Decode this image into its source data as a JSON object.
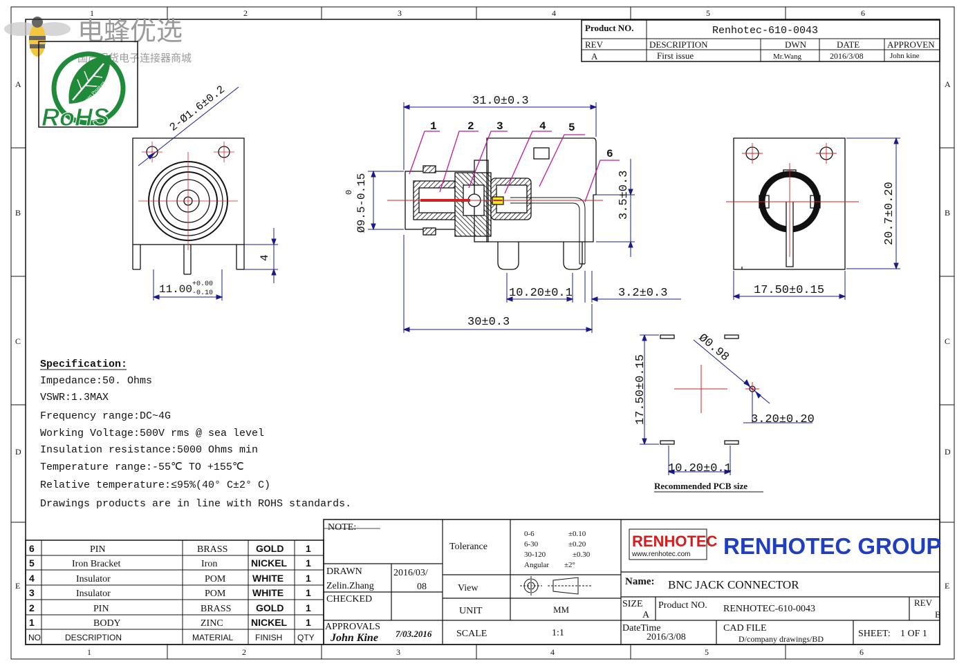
{
  "watermark": {
    "brand": "电蜂优选",
    "subtitle": "国产现货电子连接器商城",
    "rohs": "RoHS",
    "rohs_badge": "Green Product"
  },
  "grid": {
    "columns": [
      "1",
      "2",
      "3",
      "4",
      "5",
      "6"
    ],
    "rows": [
      "A",
      "B",
      "C",
      "D",
      "E"
    ]
  },
  "header": {
    "product_no_label": "Product NO.",
    "product_no": "Renhotec-610-0043",
    "rev_label": "REV",
    "rev": "A",
    "description_label": "DESCRIPTION",
    "description": "First issue",
    "dwn_label": "DWN",
    "dwn": "Mr.Wang",
    "date_label": "DATE",
    "date": "2016/3/08",
    "approven_label": "APPROVEN",
    "approven": "John kine"
  },
  "dimensions": {
    "holes": "2-Ø1.6±0.2",
    "front_width": "11.00",
    "front_width_tol_plus": "+0.00",
    "front_width_tol_minus": "-0.10",
    "pin_height": "4",
    "length_top": "31.0±0.3",
    "diameter_label": "Ø9.5-0.15",
    "diameter_tol": "0",
    "height_35": "3.5±0.3",
    "pin_spacing": "10.20±0.1",
    "offset_32": "3.2±0.3",
    "length_bottom": "30±0.3",
    "body_height": "20.7±0.20",
    "body_width": "17.50±0.15",
    "pcb_hole": "Ø0.98",
    "pcb_height": "17.50±0.15",
    "pcb_offset": "3.20±0.20",
    "pcb_spacing": "10.20±0.1",
    "pcb_caption": "Recommended PCB size",
    "balloons": [
      "1",
      "2",
      "3",
      "4",
      "5",
      "6"
    ]
  },
  "specification": {
    "title": "Specification:",
    "lines": [
      "Impedance:50. Ohms",
      "VSWR:1.3MAX",
      "Frequency range:DC~4G",
      "Working Voltage:500V rms @ sea level",
      "Insulation resistance:5000 Ohms min",
      "Temperature range:-55℃ TO +155℃",
      "Relative temperature:≤95%(40° C±2° C)",
      "Drawings products are in line with ROHS standards."
    ]
  },
  "bom": {
    "headers": [
      "NO",
      "DESCRIPTION",
      "MATERIAL",
      "FINISH",
      "QTY"
    ],
    "rows": [
      [
        "6",
        "PIN",
        "BRASS",
        "GOLD",
        "1"
      ],
      [
        "5",
        "Iron Bracket",
        "Iron",
        "NICKEL",
        "1"
      ],
      [
        "4",
        "Insulator",
        "POM",
        "WHITE",
        "1"
      ],
      [
        "3",
        "Insulator",
        "POM",
        "WHITE",
        "1"
      ],
      [
        "2",
        "PIN",
        "BRASS",
        "GOLD",
        "1"
      ],
      [
        "1",
        "BODY",
        "ZINC",
        "NICKEL",
        "1"
      ]
    ]
  },
  "title_block": {
    "note_label": "NOTE:",
    "drawn_label": "DRAWN",
    "drawn_by": "Zelin.Zhang",
    "drawn_date_1": "2016/03/",
    "drawn_date_2": "08",
    "checked_label": "CHECKED",
    "approvals_label": "APPROVALS",
    "approvals_sign": "John Kine",
    "approvals_date": "7/03.2016",
    "tolerance_label": "Tolerance",
    "tolerances": [
      [
        "0-6",
        "±0.10"
      ],
      [
        "6-30",
        "±0.20"
      ],
      [
        "30-120",
        "±0.30"
      ],
      [
        "Angular",
        "±2°"
      ]
    ],
    "view_label": "View",
    "unit_label": "UNIT",
    "unit": "MM",
    "scale_label": "SCALE",
    "scale": "1:1",
    "logo": "RENHOTEC",
    "logo_url": "www.renhotec.com",
    "company": "RENHOTEC GROUP",
    "name_label": "Name:",
    "name": "BNC JACK CONNECTOR",
    "size_label": "SIZE",
    "size": "A",
    "product_no_label": "Product NO.",
    "product_no": "RENHOTEC-610-0043",
    "rev_label": "REV",
    "rev": "B",
    "datetime_label": "DateTime",
    "datetime": "2016/3/08",
    "cad_label": "CAD FILE",
    "cad": "D/company drawings/BD",
    "sheet_label": "SHEET:",
    "sheet": "1 OF 1"
  },
  "colors": {
    "line": "#111111",
    "dimension": "#1a1a8c",
    "centerline": "#d42020",
    "leader": "#c0189a",
    "rohs_green": "#1f8a3a",
    "logo_red": "#d21e1e",
    "company_blue": "#1f3fbf"
  }
}
